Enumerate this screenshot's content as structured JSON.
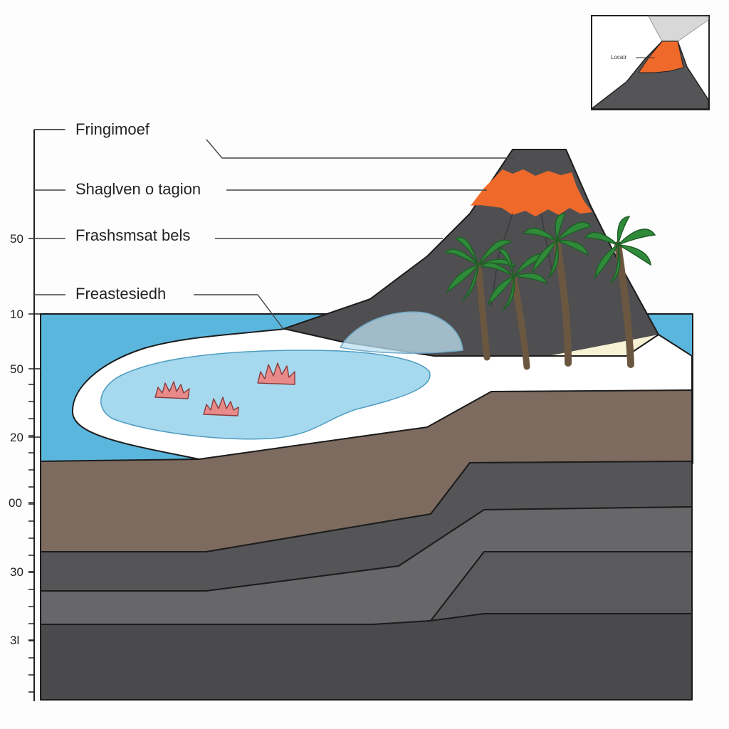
{
  "labels": [
    "Fringimoef",
    "Shaglven o tagion",
    "Frashsmsat bels",
    "Freastesiedh"
  ],
  "scale_ticks": [
    "50",
    "10",
    "50",
    "20",
    "00",
    "30",
    "3l"
  ],
  "inset": {
    "label": "Locatr"
  },
  "colors": {
    "ocean": "#5bb6de",
    "lagoon": "#a6d8ee",
    "sand_flat": "#ffffff",
    "beach": "#f7f2d4",
    "volcano": "#4f4f51",
    "lava": "#ef6a2a",
    "soil": "#7d6b5f",
    "rock_layer_1": "#555558",
    "rock_layer_2": "#67676a",
    "rock_layer_3": "#4a4a4d",
    "coral": "#e88a8a",
    "palm_leaf": "#2f8a3a",
    "palm_trunk": "#6b5740"
  }
}
